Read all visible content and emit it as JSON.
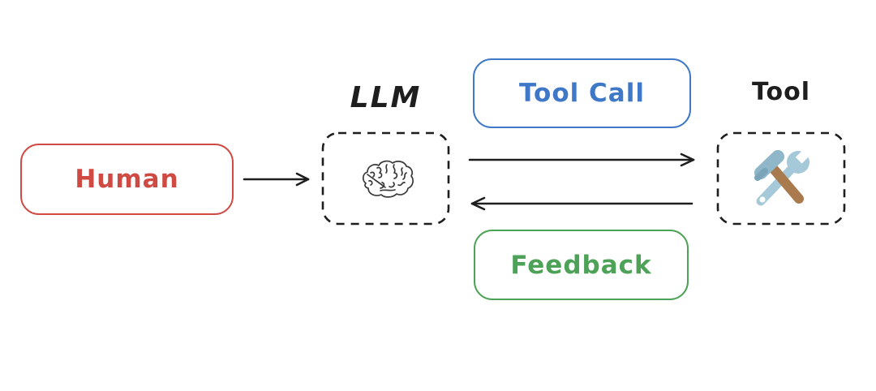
{
  "diagram": {
    "nodes": {
      "human": {
        "label": "Human"
      },
      "llm": {
        "label": "LLM",
        "icon": "brain-icon"
      },
      "tool": {
        "label": "Tool",
        "icon": "hammer-wrench-icon"
      }
    },
    "edge_labels": {
      "tool_call": {
        "label": "Tool Call"
      },
      "feedback": {
        "label": "Feedback"
      }
    },
    "edges": [
      {
        "from": "Human",
        "to": "LLM",
        "style": "arrow-right"
      },
      {
        "from": "LLM",
        "to": "Tool",
        "style": "arrow-right",
        "label": "Tool Call"
      },
      {
        "from": "Tool",
        "to": "LLM",
        "style": "arrow-left",
        "label": "Feedback"
      }
    ],
    "colors": {
      "human_stroke": "#cf4a43",
      "tool_call_stroke": "#3e78c7",
      "feedback_stroke": "#4da257",
      "line_stroke": "#1e1e1e",
      "background": "#ffffff"
    }
  }
}
